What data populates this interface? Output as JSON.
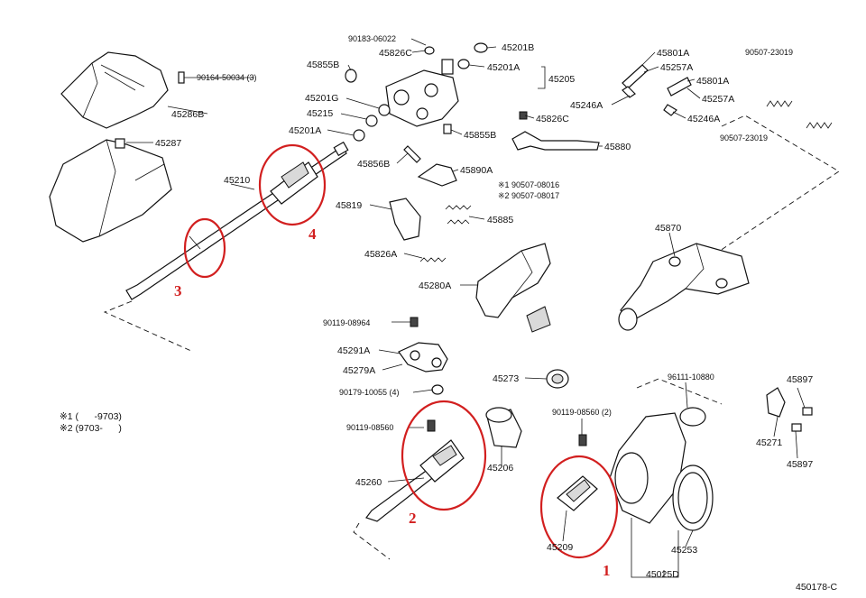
{
  "diagram": {
    "part_labels": {
      "p90183_06022": "90183-06022",
      "p45826C_top": "45826C",
      "p45201B": "45201B",
      "p45855B_top": "45855B",
      "p90164_50034": "90164-50034 (3)",
      "p45201A_top": "45201A",
      "p45205": "45205",
      "p45201G": "45201G",
      "p45215": "45215",
      "p45201A_left": "45201A",
      "p45826C_mid": "45826C",
      "p45855B_mid": "45855B",
      "p45286B": "45286B",
      "p45287": "45287",
      "p45801A_1": "45801A",
      "p45257A_1": "45257A",
      "p45801A_2": "45801A",
      "p45257A_2": "45257A",
      "p45246A_1": "45246A",
      "p45246A_2": "45246A",
      "p90507_23019_a": "90507-23019",
      "p90507_23019_b": "90507-23019",
      "p45880": "45880",
      "p45856B": "45856B",
      "p45890A": "45890A",
      "p45210": "45210",
      "p90507_08016": "※1 90507-08016",
      "p90507_08017": "※2 90507-08017",
      "p45819": "45819",
      "p45885": "45885",
      "p45870": "45870",
      "p45826A": "45826A",
      "p45280A": "45280A",
      "p90119_08964": "90119-08964",
      "p45291A": "45291A",
      "p45279A": "45279A",
      "p90179_10055": "90179-10055 (4)",
      "p45273": "45273",
      "p96111_10880": "96111-10880",
      "p45897_a": "45897",
      "p90119_08560_a": "90119-08560",
      "p90119_08560_b": "90119-08560 (2)",
      "p45271": "45271",
      "p45897_b": "45897",
      "p45206": "45206",
      "p45260": "45260",
      "p45209": "45209",
      "p45253": "45253",
      "p45025D": "45025D"
    },
    "notes": {
      "note1": "※1 (      -9703)",
      "note2": "※2 (9703-      )"
    },
    "markers": {
      "m1": "1",
      "m2": "2",
      "m3": "3",
      "m4": "4"
    },
    "diagram_code": "450178-C"
  },
  "colors": {
    "highlight_ring": "#d21f1f",
    "line": "#111111",
    "background": "#ffffff"
  }
}
